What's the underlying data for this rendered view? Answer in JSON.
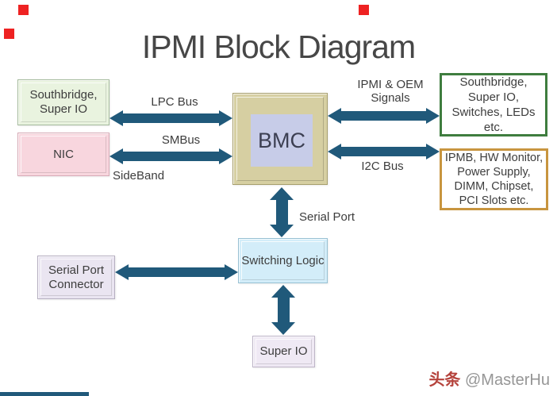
{
  "title": "IPMI Block Diagram",
  "blocks": {
    "southbridge_superio": {
      "line1": "Southbridge,",
      "line2": "Super IO"
    },
    "nic": {
      "label": "NIC"
    },
    "bmc": {
      "label": "BMC"
    },
    "peripherals_green": {
      "line1": "Southbridge,",
      "line2": "Super IO,",
      "line3": "Switches, LEDs",
      "line4": "etc."
    },
    "peripherals_tan": {
      "line1": "IPMB, HW Monitor,",
      "line2": "Power Supply,",
      "line3": "DIMM, Chipset,",
      "line4": "PCI Slots etc."
    },
    "switching_logic": {
      "label": "Switching Logic"
    },
    "serial_port_connector": {
      "line1": "Serial Port",
      "line2": "Connector"
    },
    "super_io": {
      "label": "Super IO"
    }
  },
  "bus_labels": {
    "lpc": "LPC Bus",
    "smbus": "SMBus",
    "sideband": "SideBand",
    "ipmi_oem_line1": "IPMI & OEM",
    "ipmi_oem_line2": "Signals",
    "i2c": "I2C Bus",
    "serial_port": "Serial Port"
  },
  "watermark": {
    "brand": "头条",
    "handle": "@MasterHu"
  },
  "colors": {
    "arrow": "#20597a",
    "marker_red": "#ee2222",
    "block_green_fill": "#e9f3df",
    "block_pink_fill": "#f8d6de",
    "bmc_outer_fill": "#d6cfa2",
    "bmc_inner_fill": "#c7cce8",
    "outline_green": "#3f7d3f",
    "outline_tan": "#c8953f",
    "switching_fill": "#d3edf9",
    "lavender_fill": "#eae5f1",
    "text": "#3d3d3d"
  }
}
